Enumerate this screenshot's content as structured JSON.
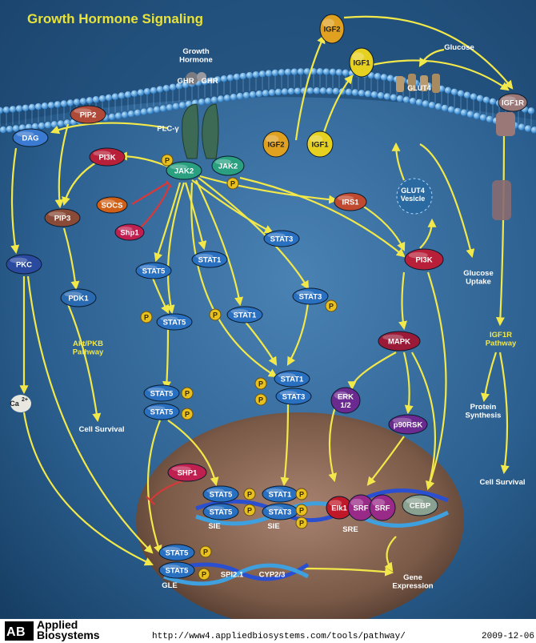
{
  "title": "Growth Hormone Signaling",
  "colors": {
    "background": "#2a5c8a",
    "arrow": "#f2e84a",
    "membrane": "#3a8fd0",
    "nucleus": "#7a5a48",
    "title": "#e8e23a"
  },
  "labels": {
    "growth_hormone": "Growth\nHormone",
    "ghr1": "GHR",
    "ghr2": "GHR",
    "glucose": "Glucose",
    "glut4": "GLUT4",
    "glut4_vesicle": "GLUT4\nVesicle",
    "glucose_uptake": "Glucose\nUptake",
    "akt_pathway": "Akt/PKB\nPathway",
    "cell_survival_1": "Cell Survival",
    "cell_survival_2": "Cell Survival",
    "igf1r_pathway": "IGF1R\nPathway",
    "protein_synthesis": "Protein\nSynthesis",
    "gene_expression": "Gene\nExpression",
    "ca": "Ca",
    "ca_sup": "2+",
    "sie1": "SIE",
    "sie2": "SIE",
    "sre": "SRE",
    "gle": "GLE"
  },
  "nodes": {
    "igf2_out": "IGF2",
    "igf1_out": "IGF1",
    "igf1r": "IGF1R",
    "pip2": "PIP2",
    "dag": "DAG",
    "plc": "PLC-γ",
    "pi3k_left": "PI3K",
    "jak2_a": "JAK2",
    "jak2_b": "JAK2",
    "igf2_in": "IGF2",
    "igf1_in": "IGF1",
    "socs": "SOCS",
    "shp1": "Shp1",
    "pip3": "PIP3",
    "pkc": "PKC",
    "pdk1": "PDK1",
    "irs1": "IRS1",
    "pi3k_right": "PI3K",
    "stat3_a": "STAT3",
    "stat1_a": "STAT1",
    "stat5_a": "STAT5",
    "stat5_b": "STAT5",
    "stat1_b": "STAT1",
    "stat3_b": "STAT3",
    "stat1_c": "STAT1",
    "stat3_c": "STAT3",
    "stat5_c": "STAT5",
    "stat5_d": "STAT5",
    "mapk": "MAPK",
    "erk": "ERK\n1/2",
    "p90rsk": "p90RSK",
    "shp1_nuc": "SHP1",
    "stat5_n1": "STAT5",
    "stat5_n2": "STAT5",
    "stat1_n": "STAT1",
    "stat3_n": "STAT3",
    "elk1": "Elk1",
    "srf1": "SRF",
    "srf2": "SRF",
    "cebp": "CEBP",
    "stat5_g1": "STAT5",
    "stat5_g2": "STAT5",
    "spi21": "SPI2.1",
    "cyp23": "CYP2/3"
  },
  "phospho": "P",
  "footer": {
    "brand_line1": "Applied",
    "brand_line2": "Biosystems",
    "url": "http://www4.appliedbiosystems.com/tools/pathway/",
    "date": "2009-12-06"
  }
}
